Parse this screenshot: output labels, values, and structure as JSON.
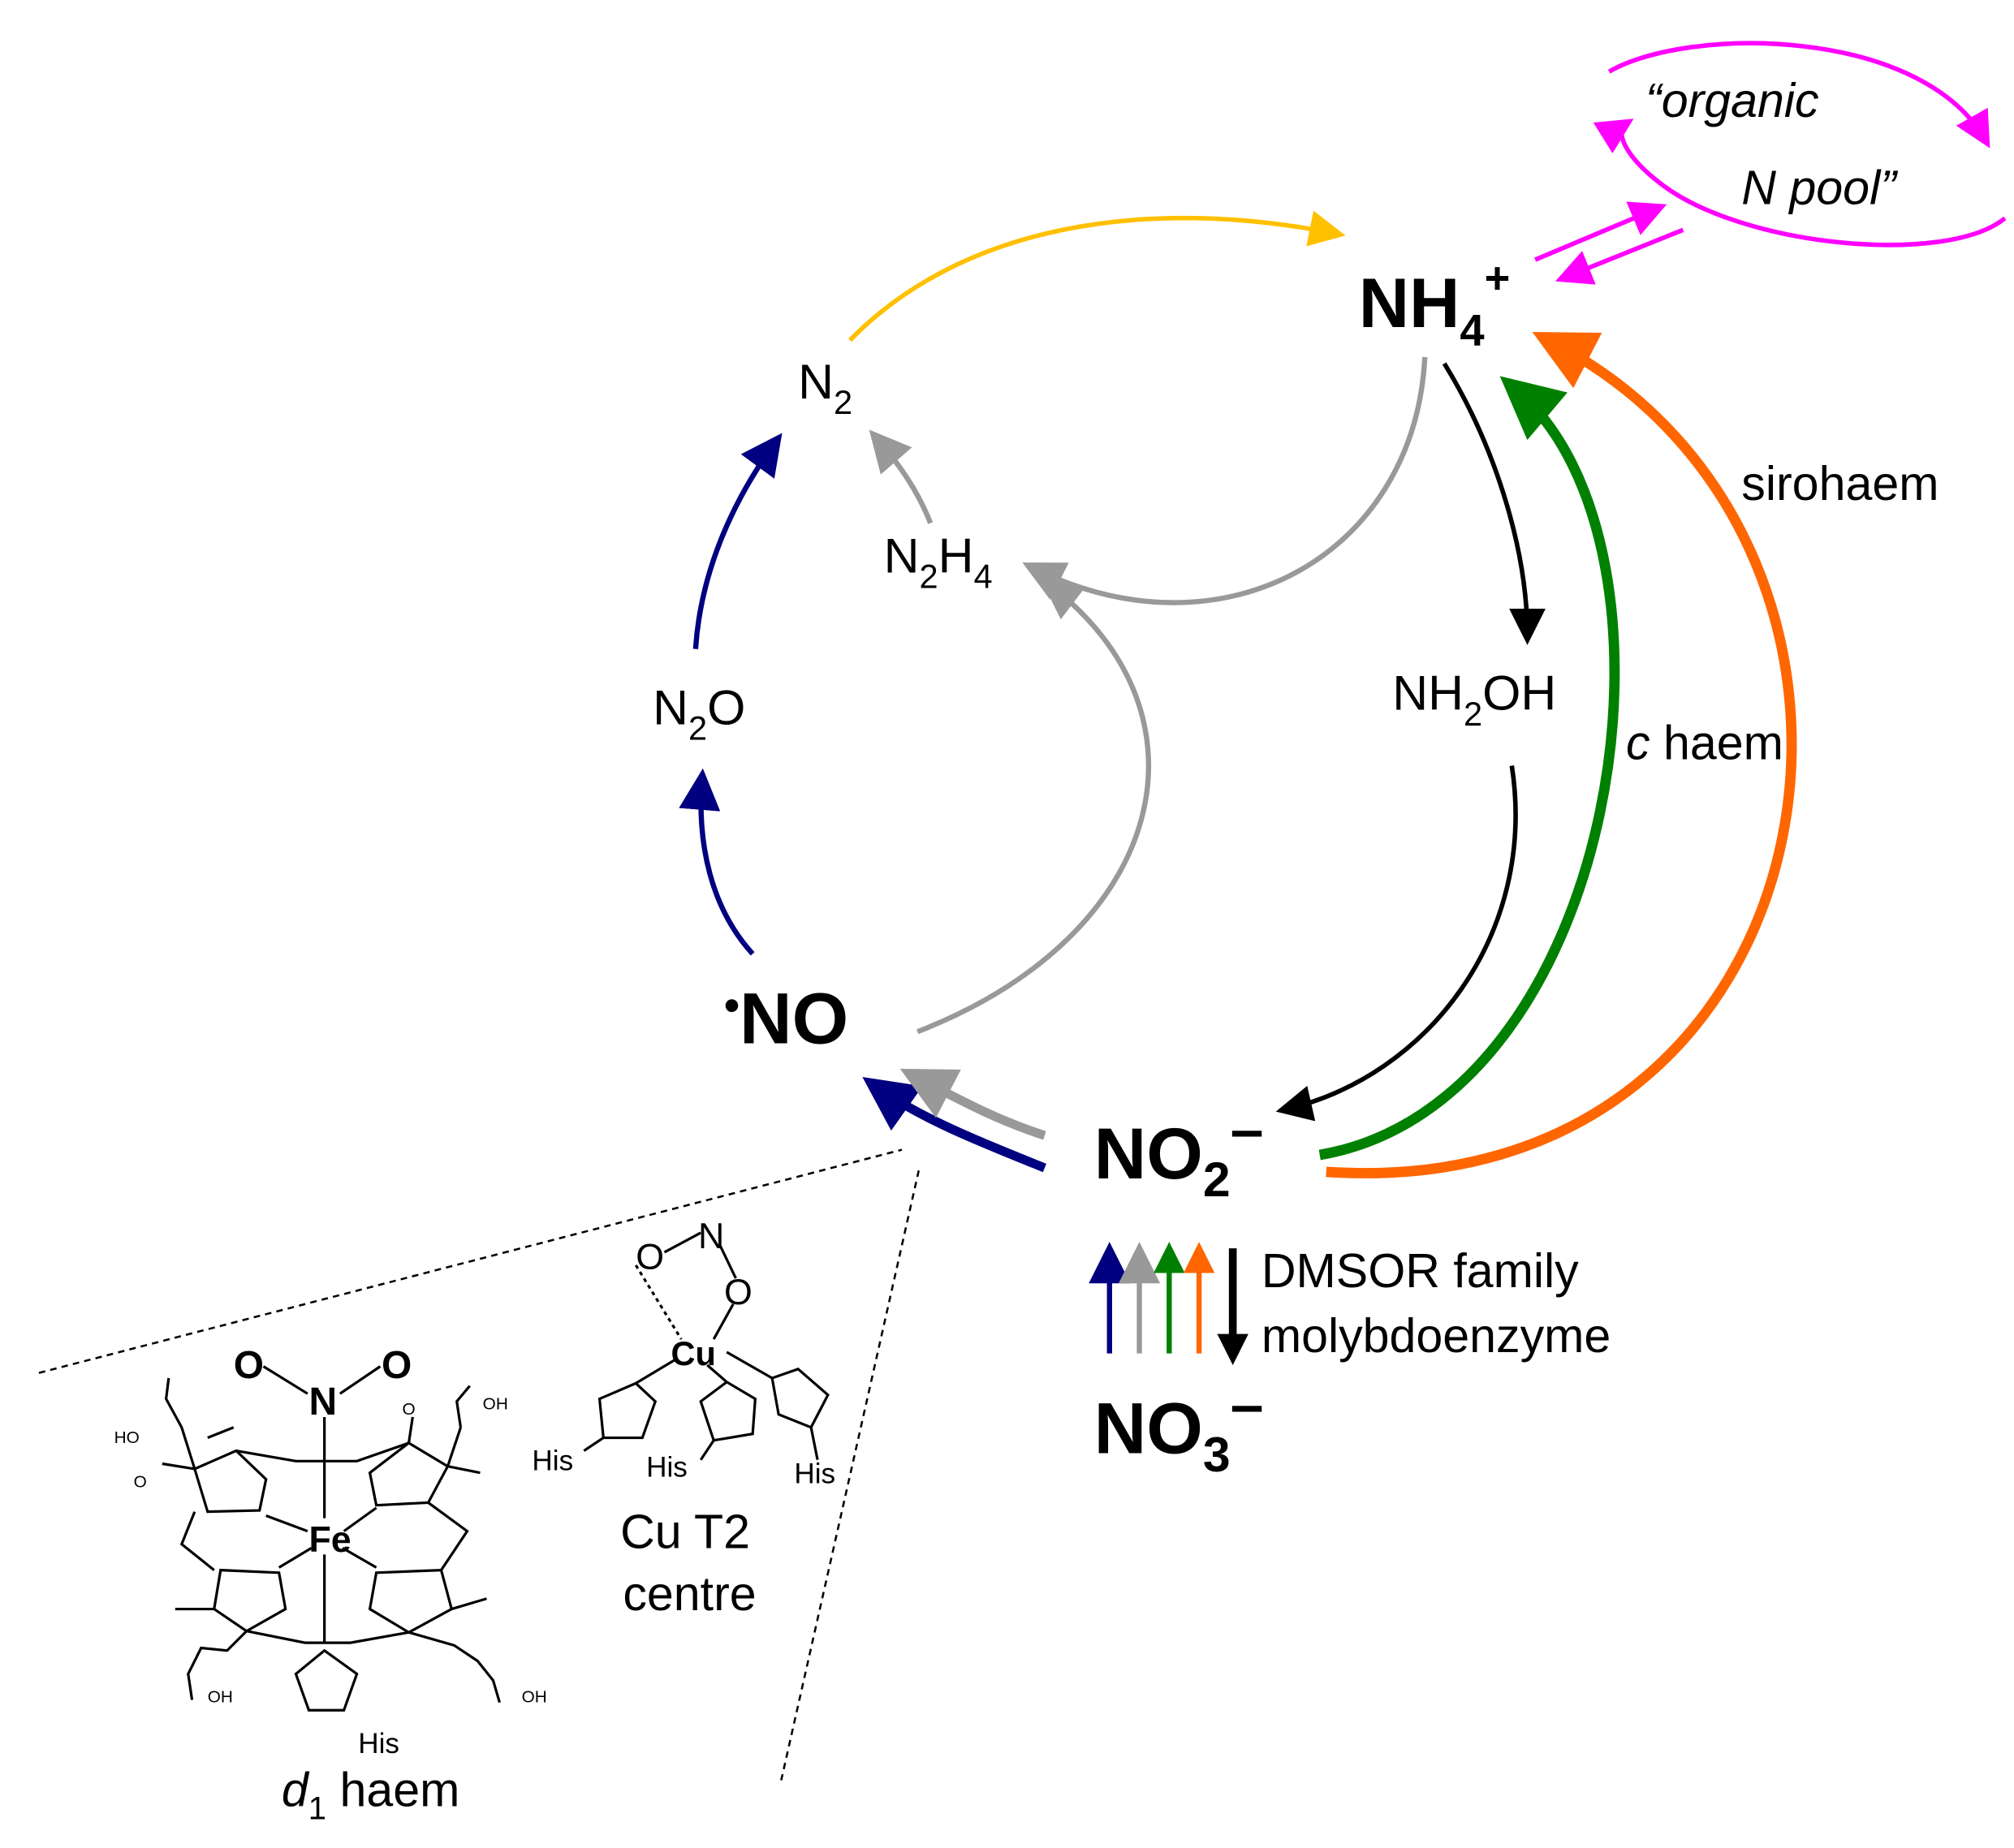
{
  "species": {
    "nh4": {
      "base": "NH",
      "sub": "4",
      "sup": "+"
    },
    "n2": {
      "base": "N",
      "sub": "2"
    },
    "n2h4": {
      "p1": "N",
      "s1": "2",
      "p2": "H",
      "s2": "4"
    },
    "nh2oh": {
      "p1": "NH",
      "s1": "2",
      "p2": "OH"
    },
    "n2o": {
      "p1": "N",
      "s1": "2",
      "p2": "O"
    },
    "no": {
      "dot": "•",
      "base": "NO"
    },
    "no2": {
      "base": "NO",
      "sub": "2",
      "charge": "–"
    },
    "no3": {
      "base": "NO",
      "sub": "3",
      "charge": "–"
    }
  },
  "labels": {
    "organic_line1": "“organic",
    "organic_line2": "N pool”",
    "sirohaem": "sirohaem",
    "c_haem_italic": "c",
    "c_haem_rest": " haem",
    "dmsor_line1": "DMSOR family",
    "dmsor_line2": "molybdoenzyme",
    "cu_t2_line1": "Cu T2",
    "cu_t2_line2": "centre",
    "d1_italic": "d",
    "d1_sub": "1",
    "d1_rest": " haem"
  },
  "structure_atoms": {
    "O": "O",
    "N": "N",
    "Fe": "Fe",
    "Cu": "Cu",
    "His": "His",
    "OH": "OH",
    "HO": "HO"
  },
  "colors": {
    "yellow": "#FFC000",
    "magenta": "#FF00FF",
    "navy": "#000080",
    "gray": "#999999",
    "green": "#008000",
    "orange": "#FF6600",
    "black": "#000000"
  }
}
